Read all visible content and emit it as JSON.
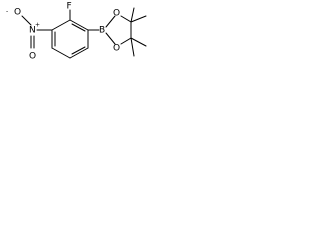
{
  "molecule": {
    "atoms": {
      "fluorine": "F",
      "nitro_nitrogen": "N",
      "nitro_oxygen_single": "O",
      "nitro_oxygen_double": "O",
      "boron": "B",
      "ring_oxygen_top": "O",
      "ring_oxygen_bottom": "O"
    },
    "charges": {
      "nitrogen_positive": "+",
      "oxygen_negative": "-"
    }
  }
}
